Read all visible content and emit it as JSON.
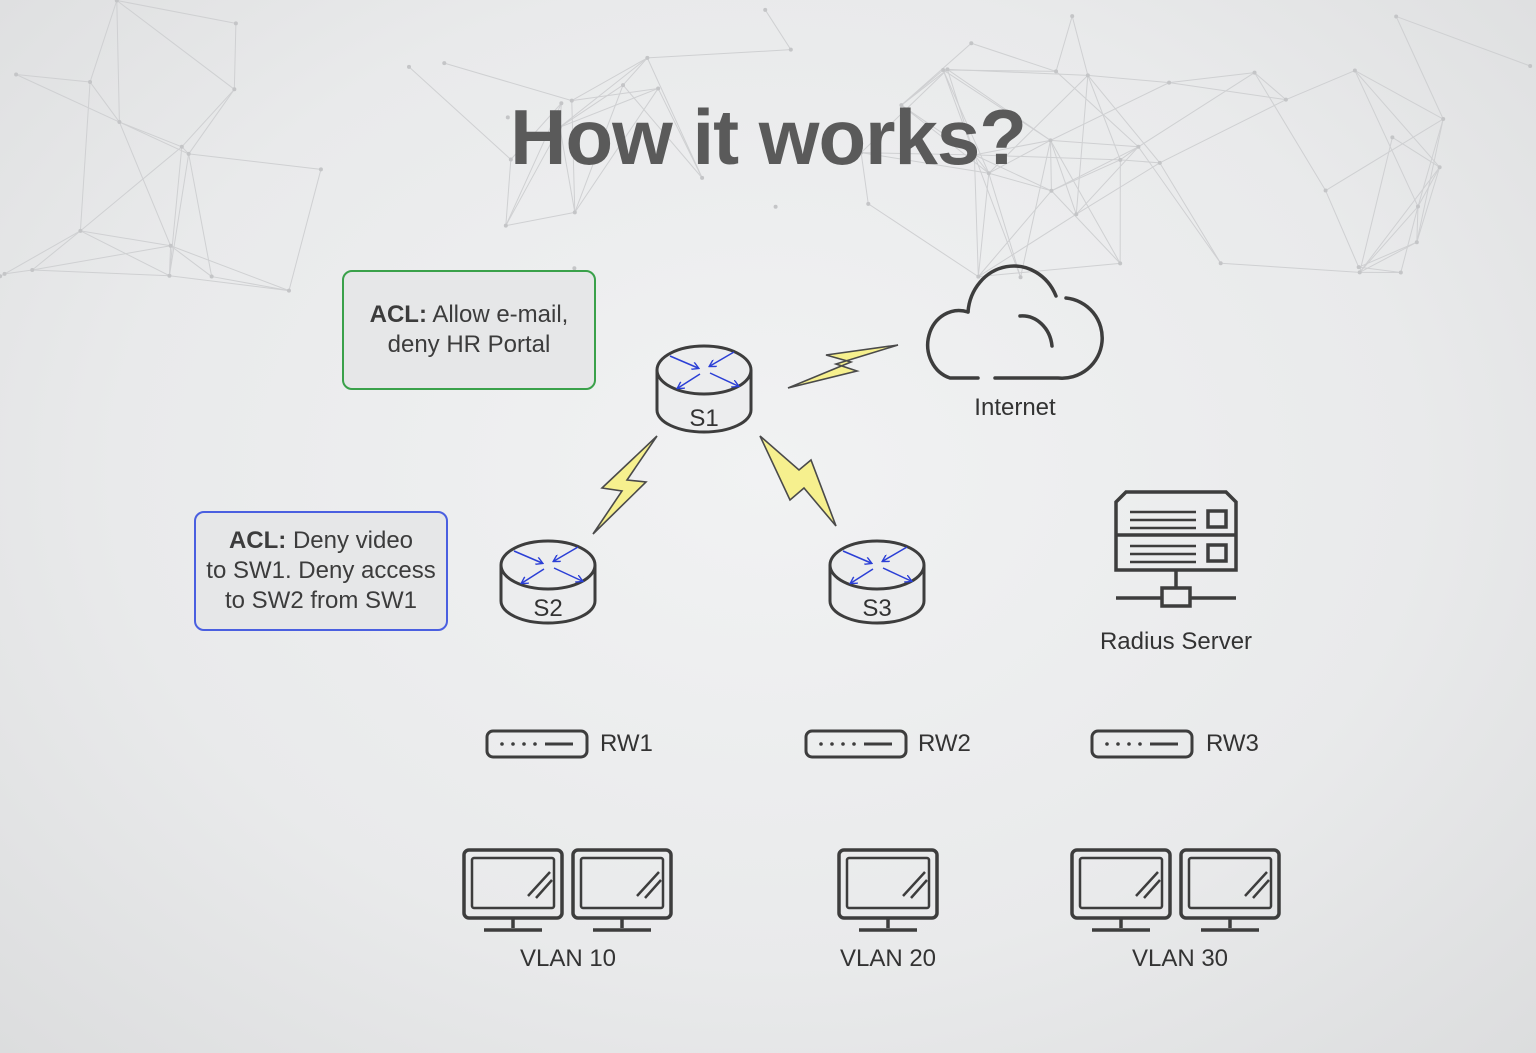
{
  "title": "How it works?",
  "acl_email": {
    "prefix": "ACL:",
    "text": " Allow e-mail,",
    "line2": "deny HR Portal"
  },
  "acl_video": {
    "prefix": "ACL:",
    "text": " Deny video",
    "line2": "to SW1. Deny access",
    "line3": "to SW2 from SW1"
  },
  "switches": {
    "s1": "S1",
    "s2": "S2",
    "s3": "S3"
  },
  "internet": "Internet",
  "radius": "Radius Server",
  "routers": {
    "rw1": "RW1",
    "rw2": "RW2",
    "rw3": "RW3"
  },
  "vlans": {
    "v10": "VLAN 10",
    "v20": "VLAN 20",
    "v30": "VLAN 30"
  },
  "colors": {
    "title": "#5a5a5a",
    "outline": "#3d3d3d",
    "bolt": "#f6f08e",
    "arrow": "#2b3fd6",
    "acl_green": "#3aa14a",
    "acl_blue": "#4a5fe0"
  }
}
